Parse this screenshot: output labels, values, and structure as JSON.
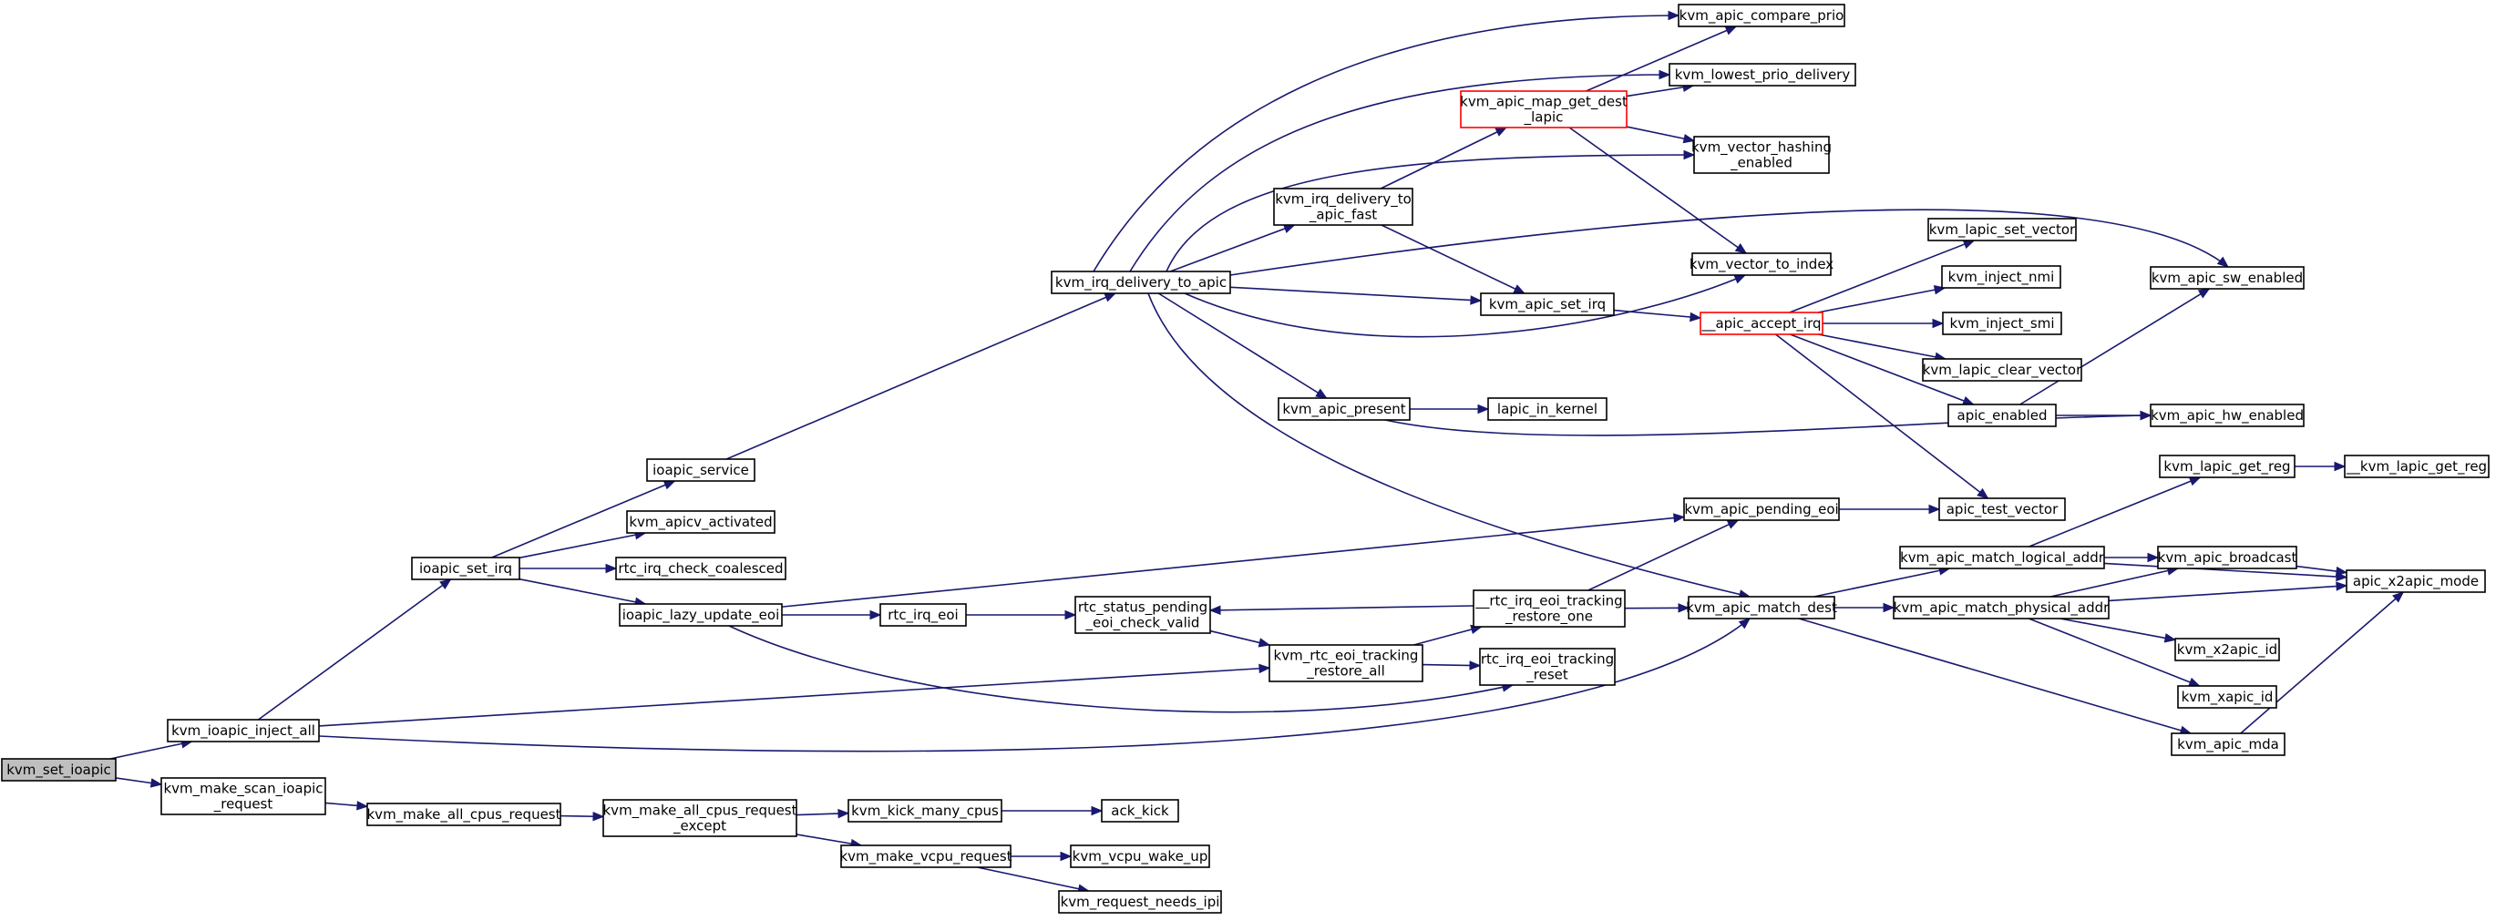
{
  "diagram": {
    "type": "call-graph",
    "colors": {
      "edge": "#191970",
      "root_fill": "#bfbfbf",
      "highlight_border": "#ff0000",
      "node_border": "#000000"
    },
    "nodes": [
      {
        "id": "kvm_set_ioapic",
        "lines": [
          "kvm_set_ioapic"
        ],
        "style": "root"
      },
      {
        "id": "kvm_ioapic_inject_all",
        "lines": [
          "kvm_ioapic_inject_all"
        ]
      },
      {
        "id": "kvm_make_scan_ioapic_request",
        "lines": [
          "kvm_make_scan_ioapic",
          "_request"
        ]
      },
      {
        "id": "ioapic_set_irq",
        "lines": [
          "ioapic_set_irq"
        ]
      },
      {
        "id": "kvm_make_all_cpus_request",
        "lines": [
          "kvm_make_all_cpus_request"
        ]
      },
      {
        "id": "ioapic_service",
        "lines": [
          "ioapic_service"
        ]
      },
      {
        "id": "kvm_apicv_activated",
        "lines": [
          "kvm_apicv_activated"
        ]
      },
      {
        "id": "rtc_irq_check_coalesced",
        "lines": [
          "rtc_irq_check_coalesced"
        ]
      },
      {
        "id": "ioapic_lazy_update_eoi",
        "lines": [
          "ioapic_lazy_update_eoi"
        ]
      },
      {
        "id": "kvm_make_all_cpus_request_except",
        "lines": [
          "kvm_make_all_cpus_request",
          "_except"
        ]
      },
      {
        "id": "kvm_irq_delivery_to_apic",
        "lines": [
          "kvm_irq_delivery_to_apic"
        ]
      },
      {
        "id": "rtc_irq_eoi",
        "lines": [
          "rtc_irq_eoi"
        ]
      },
      {
        "id": "kvm_kick_many_cpus",
        "lines": [
          "kvm_kick_many_cpus"
        ]
      },
      {
        "id": "kvm_make_vcpu_request",
        "lines": [
          "kvm_make_vcpu_request"
        ]
      },
      {
        "id": "rtc_status_pending_eoi_check_valid",
        "lines": [
          "rtc_status_pending",
          "_eoi_check_valid"
        ]
      },
      {
        "id": "kvm_rtc_eoi_tracking_restore_all",
        "lines": [
          "kvm_rtc_eoi_tracking",
          "_restore_all"
        ]
      },
      {
        "id": "ack_kick",
        "lines": [
          "ack_kick"
        ]
      },
      {
        "id": "kvm_vcpu_wake_up",
        "lines": [
          "kvm_vcpu_wake_up"
        ]
      },
      {
        "id": "kvm_request_needs_ipi",
        "lines": [
          "kvm_request_needs_ipi"
        ]
      },
      {
        "id": "kvm_irq_delivery_to_apic_fast",
        "lines": [
          "kvm_irq_delivery_to",
          "_apic_fast"
        ]
      },
      {
        "id": "kvm_apic_present",
        "lines": [
          "kvm_apic_present"
        ]
      },
      {
        "id": "kvm_apic_map_get_dest_lapic",
        "lines": [
          "kvm_apic_map_get_dest",
          "_lapic"
        ],
        "style": "highlight"
      },
      {
        "id": "rtc_irq_eoi_tracking_restore_one",
        "lines": [
          "__rtc_irq_eoi_tracking",
          "_restore_one"
        ]
      },
      {
        "id": "rtc_irq_eoi_tracking_reset",
        "lines": [
          "rtc_irq_eoi_tracking",
          "_reset"
        ]
      },
      {
        "id": "kvm_apic_set_irq",
        "lines": [
          "kvm_apic_set_irq"
        ]
      },
      {
        "id": "lapic_in_kernel",
        "lines": [
          "lapic_in_kernel"
        ]
      },
      {
        "id": "kvm_apic_compare_prio",
        "lines": [
          "kvm_apic_compare_prio"
        ]
      },
      {
        "id": "kvm_lowest_prio_delivery",
        "lines": [
          "kvm_lowest_prio_delivery"
        ]
      },
      {
        "id": "kvm_vector_hashing_enabled",
        "lines": [
          "kvm_vector_hashing",
          "_enabled"
        ]
      },
      {
        "id": "kvm_vector_to_index",
        "lines": [
          "kvm_vector_to_index"
        ]
      },
      {
        "id": "apic_accept_irq",
        "lines": [
          "__apic_accept_irq"
        ],
        "style": "highlight"
      },
      {
        "id": "kvm_apic_pending_eoi",
        "lines": [
          "kvm_apic_pending_eoi"
        ]
      },
      {
        "id": "kvm_apic_match_dest",
        "lines": [
          "kvm_apic_match_dest"
        ]
      },
      {
        "id": "kvm_lapic_set_vector",
        "lines": [
          "kvm_lapic_set_vector"
        ]
      },
      {
        "id": "kvm_inject_nmi",
        "lines": [
          "kvm_inject_nmi"
        ]
      },
      {
        "id": "kvm_inject_smi",
        "lines": [
          "kvm_inject_smi"
        ]
      },
      {
        "id": "kvm_lapic_clear_vector",
        "lines": [
          "kvm_lapic_clear_vector"
        ]
      },
      {
        "id": "apic_enabled",
        "lines": [
          "apic_enabled"
        ]
      },
      {
        "id": "apic_test_vector",
        "lines": [
          "apic_test_vector"
        ]
      },
      {
        "id": "kvm_apic_match_logical_addr",
        "lines": [
          "kvm_apic_match_logical_addr"
        ]
      },
      {
        "id": "kvm_apic_match_physical_addr",
        "lines": [
          "kvm_apic_match_physical_addr"
        ]
      },
      {
        "id": "kvm_apic_mda",
        "lines": [
          "kvm_apic_mda"
        ]
      },
      {
        "id": "kvm_apic_sw_enabled",
        "lines": [
          "kvm_apic_sw_enabled"
        ]
      },
      {
        "id": "kvm_apic_hw_enabled",
        "lines": [
          "kvm_apic_hw_enabled"
        ]
      },
      {
        "id": "kvm_lapic_get_reg",
        "lines": [
          "kvm_lapic_get_reg"
        ]
      },
      {
        "id": "kvm_lapic_get_reg_inner",
        "lines": [
          "__kvm_lapic_get_reg"
        ]
      },
      {
        "id": "kvm_apic_broadcast",
        "lines": [
          "kvm_apic_broadcast"
        ]
      },
      {
        "id": "apic_x2apic_mode",
        "lines": [
          "apic_x2apic_mode"
        ]
      },
      {
        "id": "kvm_x2apic_id",
        "lines": [
          "kvm_x2apic_id"
        ]
      },
      {
        "id": "kvm_xapic_id",
        "lines": [
          "kvm_xapic_id"
        ]
      }
    ],
    "edges": [
      [
        "kvm_set_ioapic",
        "kvm_ioapic_inject_all"
      ],
      [
        "kvm_set_ioapic",
        "kvm_make_scan_ioapic_request"
      ],
      [
        "kvm_ioapic_inject_all",
        "ioapic_set_irq"
      ],
      [
        "kvm_ioapic_inject_all",
        "kvm_rtc_eoi_tracking_restore_all"
      ],
      [
        "kvm_ioapic_inject_all",
        "kvm_apic_match_dest"
      ],
      [
        "kvm_make_scan_ioapic_request",
        "kvm_make_all_cpus_request"
      ],
      [
        "kvm_make_all_cpus_request",
        "kvm_make_all_cpus_request_except"
      ],
      [
        "kvm_make_all_cpus_request_except",
        "kvm_kick_many_cpus"
      ],
      [
        "kvm_make_all_cpus_request_except",
        "kvm_make_vcpu_request"
      ],
      [
        "kvm_kick_many_cpus",
        "ack_kick"
      ],
      [
        "kvm_make_vcpu_request",
        "kvm_vcpu_wake_up"
      ],
      [
        "kvm_make_vcpu_request",
        "kvm_request_needs_ipi"
      ],
      [
        "ioapic_set_irq",
        "ioapic_service"
      ],
      [
        "ioapic_set_irq",
        "kvm_apicv_activated"
      ],
      [
        "ioapic_set_irq",
        "rtc_irq_check_coalesced"
      ],
      [
        "ioapic_set_irq",
        "ioapic_lazy_update_eoi"
      ],
      [
        "ioapic_service",
        "kvm_irq_delivery_to_apic"
      ],
      [
        "ioapic_lazy_update_eoi",
        "rtc_irq_eoi"
      ],
      [
        "ioapic_lazy_update_eoi",
        "kvm_apic_pending_eoi"
      ],
      [
        "ioapic_lazy_update_eoi",
        "rtc_irq_eoi_tracking_reset"
      ],
      [
        "rtc_irq_eoi",
        "rtc_status_pending_eoi_check_valid"
      ],
      [
        "rtc_status_pending_eoi_check_valid",
        "kvm_rtc_eoi_tracking_restore_all"
      ],
      [
        "kvm_rtc_eoi_tracking_restore_all",
        "rtc_irq_eoi_tracking_restore_one"
      ],
      [
        "kvm_rtc_eoi_tracking_restore_all",
        "rtc_irq_eoi_tracking_reset"
      ],
      [
        "rtc_irq_eoi_tracking_restore_one",
        "rtc_status_pending_eoi_check_valid"
      ],
      [
        "rtc_irq_eoi_tracking_restore_one",
        "kvm_apic_pending_eoi"
      ],
      [
        "rtc_irq_eoi_tracking_restore_one",
        "kvm_apic_match_dest"
      ],
      [
        "kvm_irq_delivery_to_apic",
        "kvm_apic_compare_prio"
      ],
      [
        "kvm_irq_delivery_to_apic",
        "kvm_lowest_prio_delivery"
      ],
      [
        "kvm_irq_delivery_to_apic",
        "kvm_vector_hashing_enabled"
      ],
      [
        "kvm_irq_delivery_to_apic",
        "kvm_irq_delivery_to_apic_fast"
      ],
      [
        "kvm_irq_delivery_to_apic",
        "kvm_apic_sw_enabled"
      ],
      [
        "kvm_irq_delivery_to_apic",
        "kvm_apic_set_irq"
      ],
      [
        "kvm_irq_delivery_to_apic",
        "kvm_vector_to_index"
      ],
      [
        "kvm_irq_delivery_to_apic",
        "kvm_apic_present"
      ],
      [
        "kvm_irq_delivery_to_apic",
        "kvm_apic_match_dest"
      ],
      [
        "kvm_irq_delivery_to_apic_fast",
        "kvm_apic_map_get_dest_lapic"
      ],
      [
        "kvm_irq_delivery_to_apic_fast",
        "kvm_apic_set_irq"
      ],
      [
        "kvm_apic_map_get_dest_lapic",
        "kvm_apic_compare_prio"
      ],
      [
        "kvm_apic_map_get_dest_lapic",
        "kvm_lowest_prio_delivery"
      ],
      [
        "kvm_apic_map_get_dest_lapic",
        "kvm_vector_hashing_enabled"
      ],
      [
        "kvm_apic_map_get_dest_lapic",
        "kvm_vector_to_index"
      ],
      [
        "kvm_apic_present",
        "lapic_in_kernel"
      ],
      [
        "kvm_apic_present",
        "kvm_apic_hw_enabled"
      ],
      [
        "kvm_apic_set_irq",
        "apic_accept_irq"
      ],
      [
        "apic_accept_irq",
        "kvm_lapic_set_vector"
      ],
      [
        "apic_accept_irq",
        "kvm_inject_nmi"
      ],
      [
        "apic_accept_irq",
        "kvm_inject_smi"
      ],
      [
        "apic_accept_irq",
        "kvm_lapic_clear_vector"
      ],
      [
        "apic_accept_irq",
        "apic_enabled"
      ],
      [
        "apic_accept_irq",
        "apic_test_vector"
      ],
      [
        "apic_enabled",
        "kvm_apic_sw_enabled"
      ],
      [
        "apic_enabled",
        "kvm_apic_hw_enabled"
      ],
      [
        "kvm_apic_pending_eoi",
        "apic_test_vector"
      ],
      [
        "kvm_apic_match_dest",
        "kvm_apic_match_logical_addr"
      ],
      [
        "kvm_apic_match_dest",
        "kvm_apic_match_physical_addr"
      ],
      [
        "kvm_apic_match_dest",
        "kvm_apic_mda"
      ],
      [
        "kvm_apic_match_logical_addr",
        "kvm_lapic_get_reg"
      ],
      [
        "kvm_apic_match_logical_addr",
        "kvm_apic_broadcast"
      ],
      [
        "kvm_apic_match_logical_addr",
        "apic_x2apic_mode"
      ],
      [
        "kvm_lapic_get_reg",
        "kvm_lapic_get_reg_inner"
      ],
      [
        "kvm_apic_broadcast",
        "apic_x2apic_mode"
      ],
      [
        "kvm_apic_match_physical_addr",
        "kvm_apic_broadcast"
      ],
      [
        "kvm_apic_match_physical_addr",
        "apic_x2apic_mode"
      ],
      [
        "kvm_apic_match_physical_addr",
        "kvm_x2apic_id"
      ],
      [
        "kvm_apic_match_physical_addr",
        "kvm_xapic_id"
      ],
      [
        "kvm_apic_mda",
        "apic_x2apic_mode"
      ]
    ]
  }
}
